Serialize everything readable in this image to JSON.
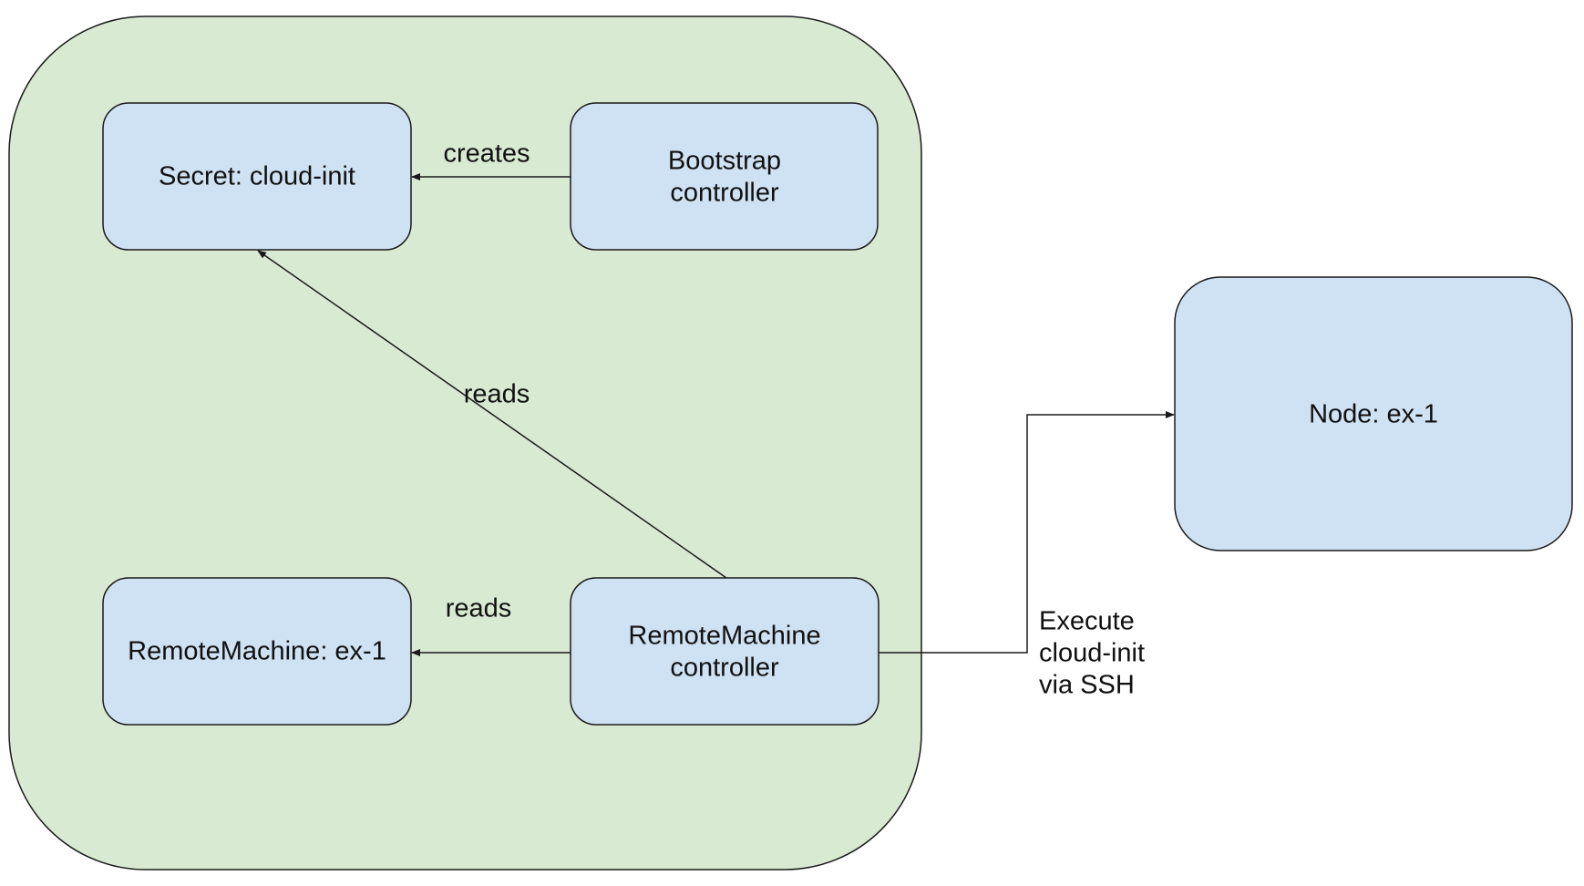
{
  "colors": {
    "cluster_fill": "#d9ead3",
    "node_fill": "#cfe2f3",
    "stroke": "#1a1a1a",
    "background": "#ffffff"
  },
  "cluster": {
    "name": "management-cluster",
    "label": ""
  },
  "nodes": {
    "secret": {
      "lines": [
        "Secret: cloud-init"
      ]
    },
    "bootstrap": {
      "lines": [
        "Bootstrap",
        "controller"
      ]
    },
    "remote_machine": {
      "lines": [
        "RemoteMachine: ex-1"
      ]
    },
    "rm_controller": {
      "lines": [
        "RemoteMachine",
        "controller"
      ]
    },
    "node": {
      "lines": [
        "Node: ex-1"
      ]
    }
  },
  "edges": {
    "creates": {
      "from": "Bootstrap controller",
      "to": "Secret: cloud-init",
      "label": "creates"
    },
    "reads_secret": {
      "from": "RemoteMachine controller",
      "to": "Secret: cloud-init",
      "label": "reads"
    },
    "reads_machine": {
      "from": "RemoteMachine controller",
      "to": "RemoteMachine: ex-1",
      "label": "reads"
    },
    "execute": {
      "from": "RemoteMachine controller",
      "to": "Node: ex-1",
      "lines": [
        "Execute",
        "cloud-init",
        "via SSH"
      ]
    }
  }
}
